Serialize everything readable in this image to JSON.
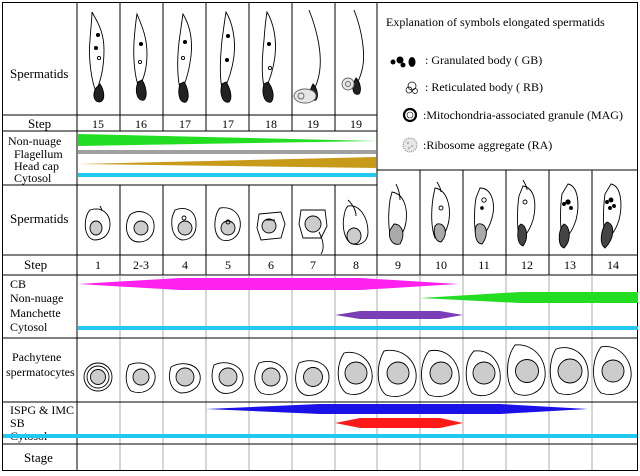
{
  "colors": {
    "non_nuage": "#22dd22",
    "flagellum": "#a0a0a0",
    "head_cap": "#c89a1a",
    "cytosol": "#22c8f0",
    "cb": "#ff22ee",
    "manchette": "#7a3fb5",
    "ispg": "#1a10e8",
    "sb": "#ff1a1a",
    "nucleus": "#cccccc",
    "tail": "#333333"
  },
  "legend": {
    "title": "Explanation of symbols elongated spermatids",
    "items": [
      {
        "icon": "granulated-body-icon",
        "text": ": Granulated body ( GB)"
      },
      {
        "icon": "reticulated-body-icon",
        "text": ": Reticulated body ( RB)"
      },
      {
        "icon": "mitochondria-granule-icon",
        "text": ":Mitochondria-associated granule (MAG)"
      },
      {
        "icon": "ribosome-aggregate-icon",
        "text": ":Ribosome aggregate (RA)"
      }
    ]
  },
  "top": {
    "row_label": "Spermatids",
    "step_label": "Step",
    "steps": [
      "15",
      "16",
      "17",
      "17",
      "18",
      "19",
      "19"
    ],
    "labels": [
      "Non-nuage",
      "Flagellum",
      "Head cap",
      "Cytosol"
    ]
  },
  "middle": {
    "row_label": "Spermatids",
    "step_label": "Step",
    "steps": [
      "1",
      "2-3",
      "4",
      "5",
      "6",
      "7",
      "8",
      "9",
      "10",
      "11",
      "12",
      "13",
      "14"
    ],
    "labels": [
      "CB",
      "Non-nuage",
      "Manchette",
      "Cytosol"
    ]
  },
  "bottom": {
    "row_label_line1": "Pachytene",
    "row_label_line2": "spermatocytes",
    "labels": [
      "ISPG & IMC",
      "SB",
      "Cytosol"
    ],
    "stage_label": "Stage"
  }
}
